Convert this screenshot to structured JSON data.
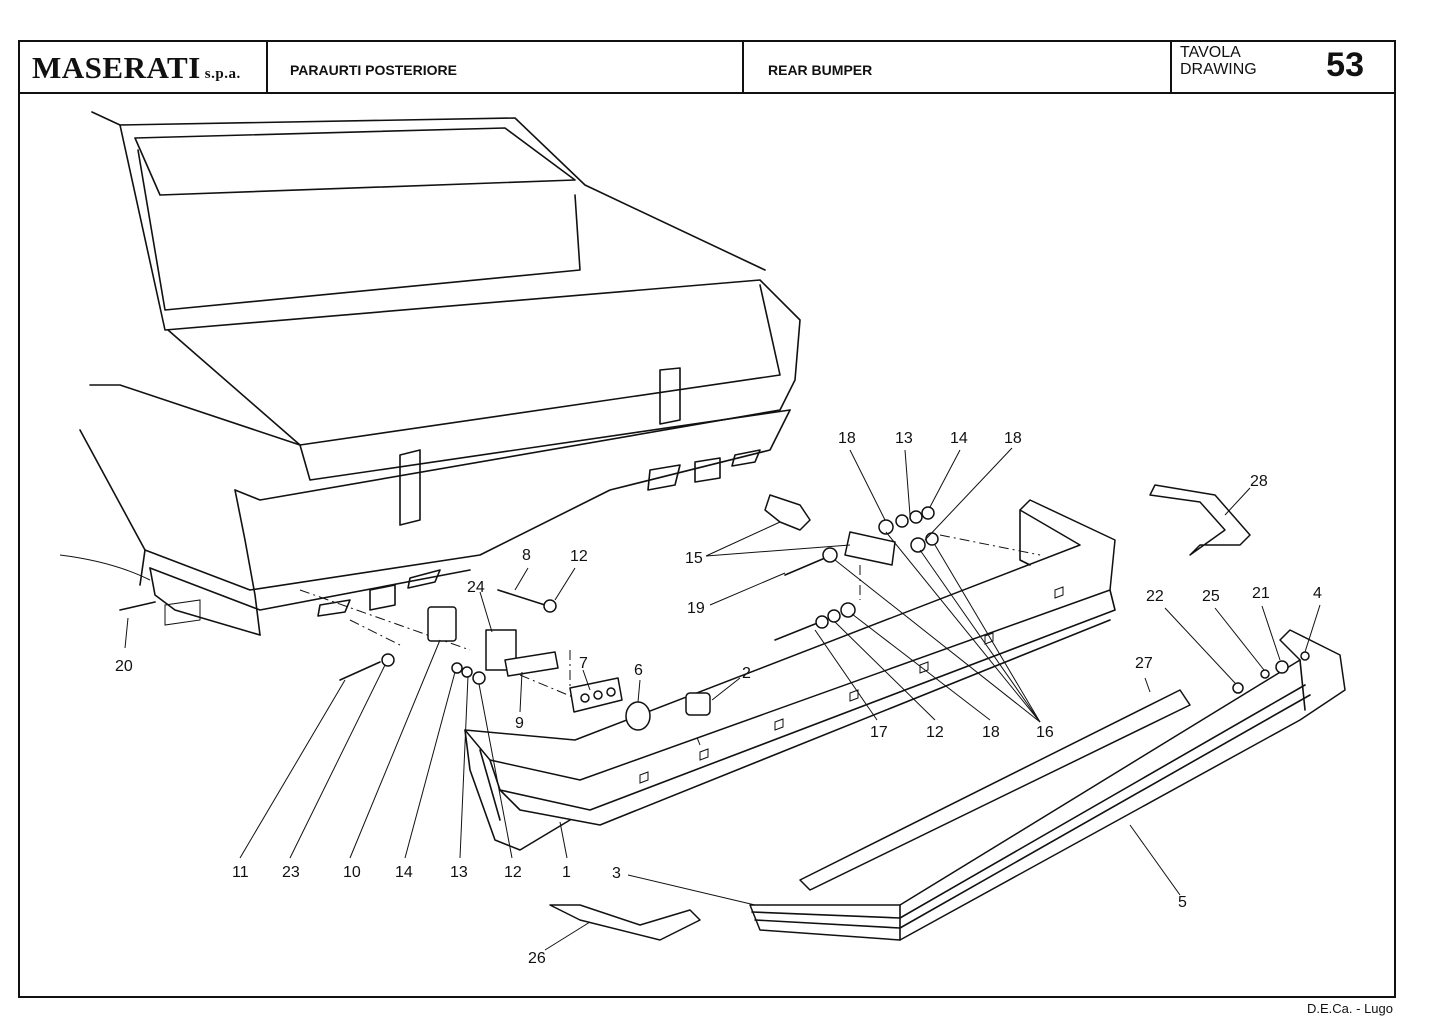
{
  "header": {
    "brand": "MASERATI",
    "brand_suffix": "s.p.a.",
    "title_it": "PARAURTI POSTERIORE",
    "title_en": "REAR BUMPER",
    "tavola": "TAVOLA",
    "drawing": "DRAWING",
    "drawing_number": "53"
  },
  "footer": {
    "credit": "D.E.Ca. - Lugo"
  },
  "callouts": {
    "c1": "1",
    "c2": "2",
    "c3": "3",
    "c4": "4",
    "c5": "5",
    "c6": "6",
    "c7": "7",
    "c8": "8",
    "c9": "9",
    "c10": "10",
    "c11": "11",
    "c12a": "12",
    "c12b": "12",
    "c12c": "12",
    "c13a": "13",
    "c13b": "13",
    "c14a": "14",
    "c14b": "14",
    "c15": "15",
    "c16": "16",
    "c17": "17",
    "c18a": "18",
    "c18b": "18",
    "c18c": "18",
    "c19": "19",
    "c20": "20",
    "c21": "21",
    "c22": "22",
    "c23": "23",
    "c24": "24",
    "c25": "25",
    "c26": "26",
    "c27": "27",
    "c28": "28"
  }
}
